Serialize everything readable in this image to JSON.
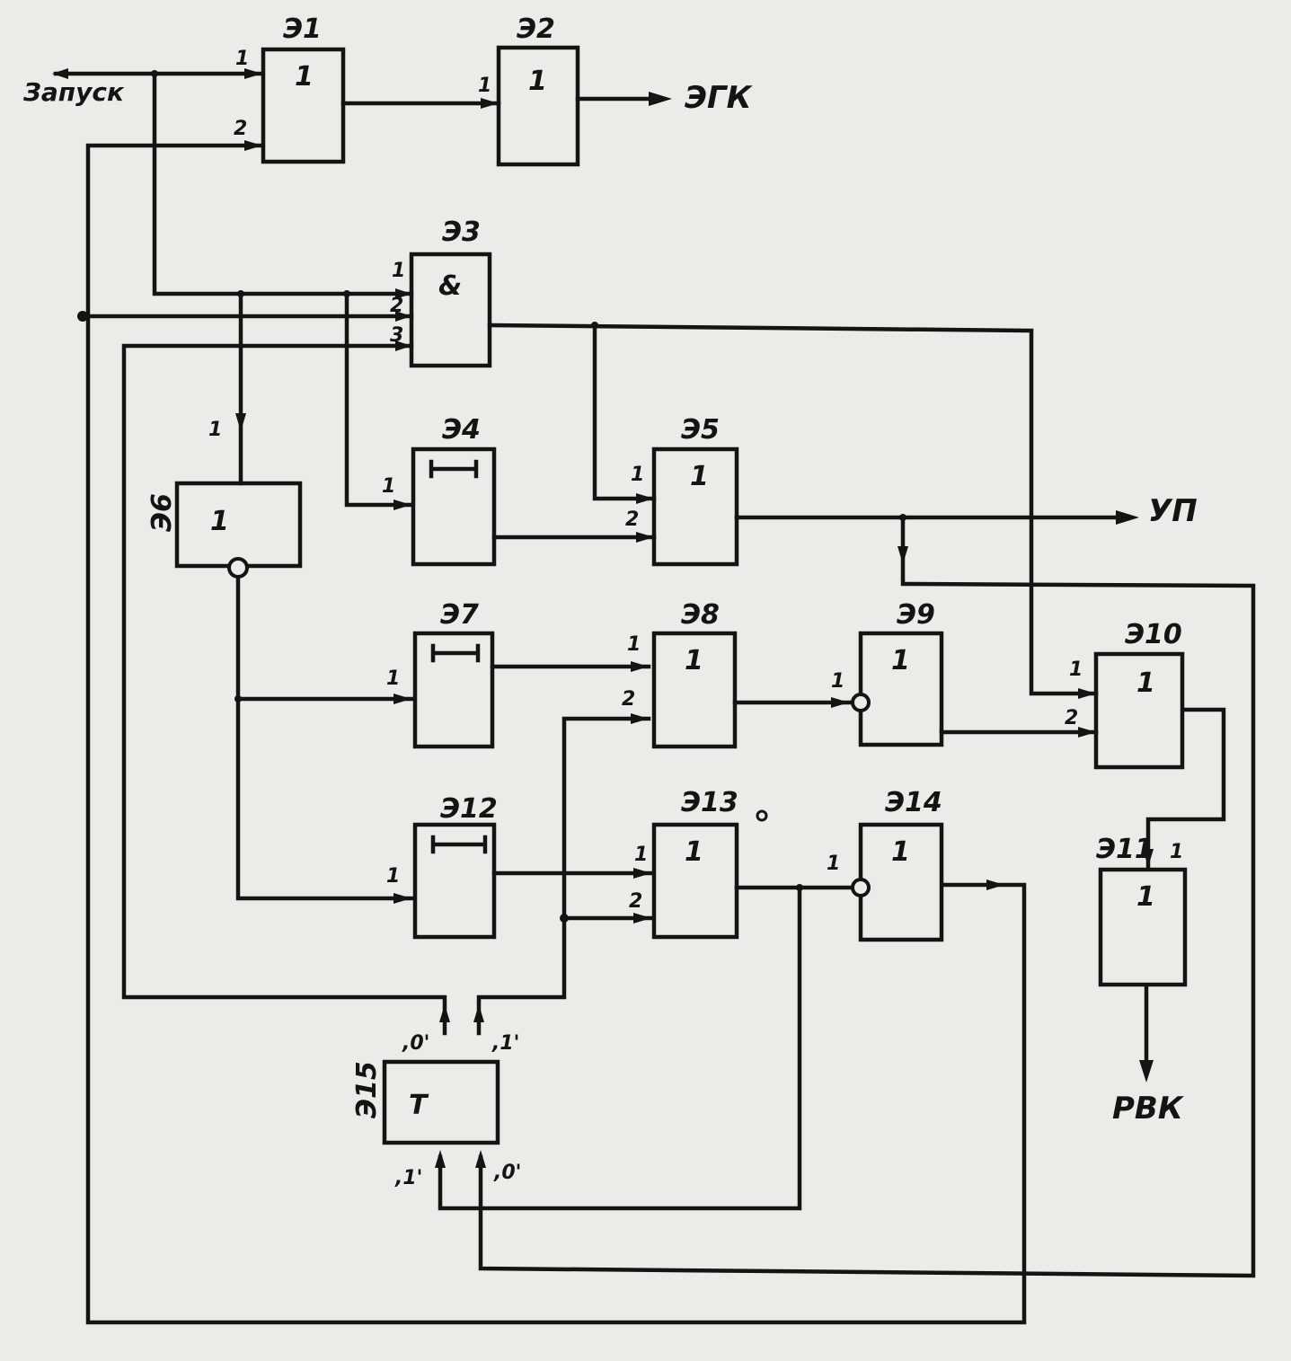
{
  "diagram": {
    "external": {
      "start": "Запуск",
      "egk": "ЭГК",
      "up": "УП",
      "rvk": "РВК"
    },
    "blocks": [
      {
        "id": "e1",
        "label": "Э1",
        "func": "1"
      },
      {
        "id": "e2",
        "label": "Э2",
        "func": "1"
      },
      {
        "id": "e3",
        "label": "Э3",
        "func": "&"
      },
      {
        "id": "e4",
        "label": "Э4",
        "func": "delay"
      },
      {
        "id": "e5",
        "label": "Э5",
        "func": "1"
      },
      {
        "id": "e6",
        "label": "Э6",
        "func": "1"
      },
      {
        "id": "e7",
        "label": "Э7",
        "func": "delay"
      },
      {
        "id": "e8",
        "label": "Э8",
        "func": "1"
      },
      {
        "id": "e9",
        "label": "Э9",
        "func": "1"
      },
      {
        "id": "e10",
        "label": "Э10",
        "func": "1"
      },
      {
        "id": "e11",
        "label": "Э11",
        "func": "1"
      },
      {
        "id": "e12",
        "label": "Э12",
        "func": "delay"
      },
      {
        "id": "e13",
        "label": "Э13",
        "func": "1"
      },
      {
        "id": "e14",
        "label": "Э14",
        "func": "1"
      },
      {
        "id": "e15",
        "label": "Э15",
        "func": "T"
      }
    ],
    "pins": {
      "p1": "1",
      "p2": "2",
      "p3": "3",
      "t0": ",0'",
      "t1": ",1'"
    }
  }
}
